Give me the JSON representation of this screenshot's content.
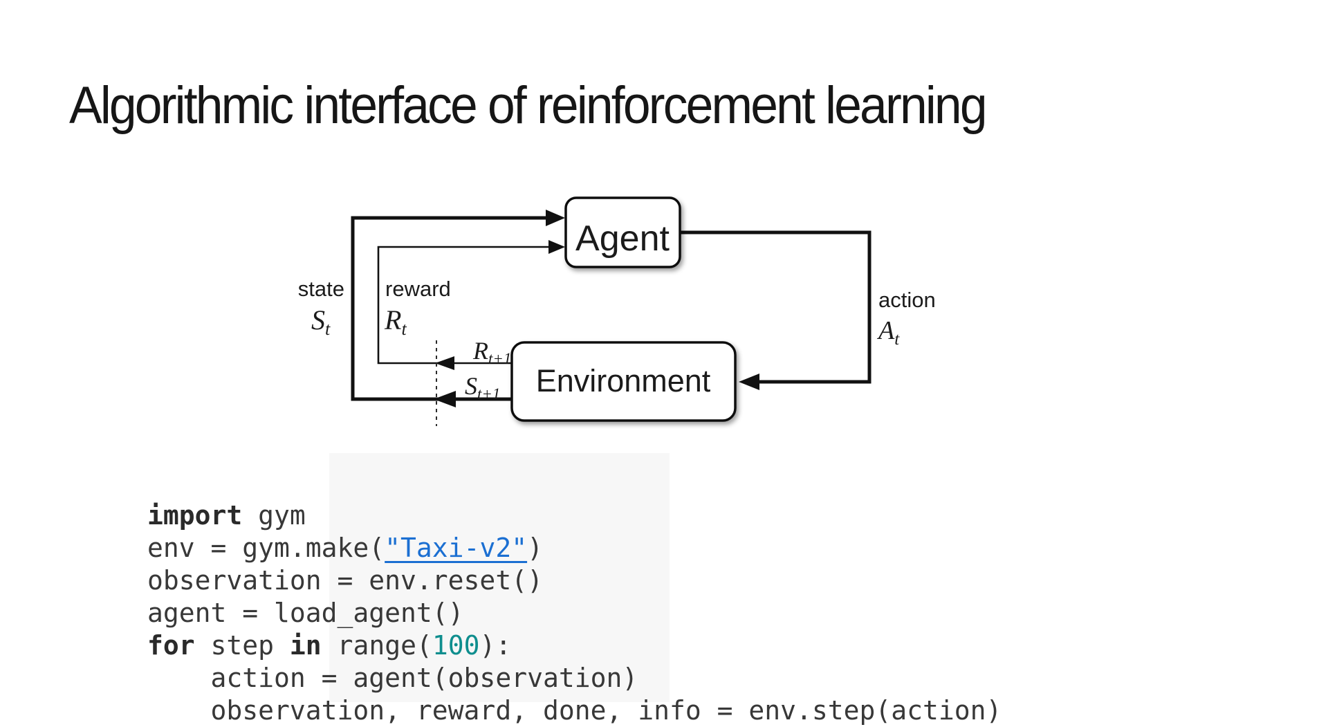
{
  "slide": {
    "title": "Algorithmic interface of reinforcement learning"
  },
  "diagram": {
    "agent_label": "Agent",
    "environment_label": "Environment",
    "labels": {
      "state": "state",
      "state_sym": "S",
      "state_sub": "t",
      "reward": "reward",
      "reward_sym": "R",
      "reward_sub": "t",
      "action": "action",
      "action_sym": "A",
      "action_sub": "t",
      "next_reward_sym": "R",
      "next_reward_sub": "t+1",
      "next_state_sym": "S",
      "next_state_sub": "t+1"
    },
    "colors": {
      "line": "#111111",
      "box_fill": "#ffffff"
    }
  },
  "code": {
    "colors": {
      "plain": "#383838",
      "keyword": "#2a2a2a",
      "string_link": "#1b6fd2",
      "number": "#0f8e8e"
    },
    "lines": [
      [
        {
          "t": "import",
          "s": "kw"
        },
        {
          "t": " gym",
          "s": "p"
        }
      ],
      [
        {
          "t": "env = gym.make(",
          "s": "p"
        },
        {
          "t": "\"Taxi-v2\"",
          "s": "str"
        },
        {
          "t": ")",
          "s": "p"
        }
      ],
      [
        {
          "t": "observation = env.reset()",
          "s": "p"
        }
      ],
      [
        {
          "t": "agent = load_agent()",
          "s": "p"
        }
      ],
      [
        {
          "t": "for",
          "s": "kw"
        },
        {
          "t": " step ",
          "s": "p"
        },
        {
          "t": "in",
          "s": "kw"
        },
        {
          "t": " range(",
          "s": "p"
        },
        {
          "t": "100",
          "s": "num"
        },
        {
          "t": "):",
          "s": "p"
        }
      ],
      [
        {
          "t": "    action = agent(observation)",
          "s": "p"
        }
      ],
      [
        {
          "t": "    observation, reward, done, info = env.step(action)",
          "s": "p"
        }
      ]
    ]
  }
}
